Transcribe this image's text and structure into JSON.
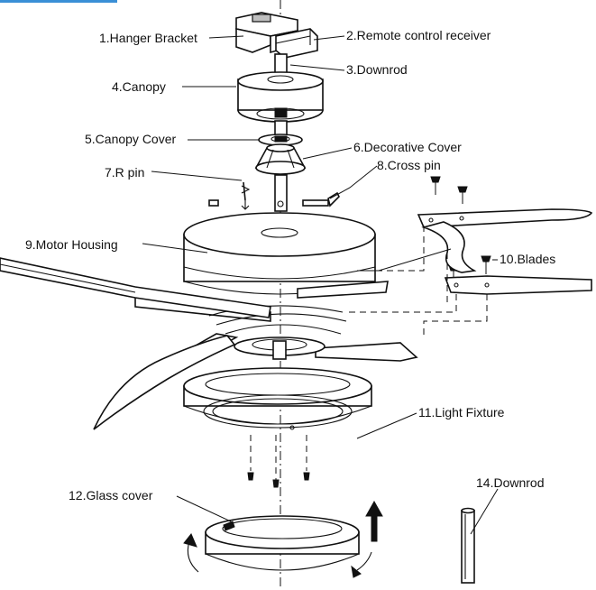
{
  "labels": {
    "l1": "1.Hanger Bracket",
    "l2": "2.Remote control receiver",
    "l3": "3.Downrod",
    "l4": "4.Canopy",
    "l5": "5.Canopy Cover",
    "l6": "6.Decorative Cover",
    "l7": "7.R pin",
    "l8": "8.Cross pin",
    "l9": "9.Motor Housing",
    "l10": "10.Blades",
    "l11": "11.Light Fixture",
    "l12": "12.Glass cover",
    "l14": "14.Downrod"
  },
  "colors": {
    "line": "#111111",
    "header_accent": "#3a8fd6"
  }
}
